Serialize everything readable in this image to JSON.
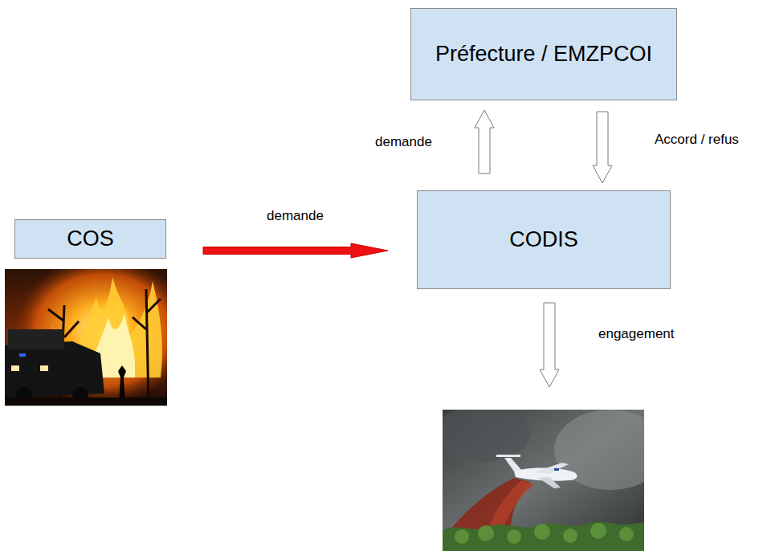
{
  "diagram": {
    "nodes": [
      {
        "text": [
          "Préfecture / EMZPCOI"
        ]
      },
      {
        "text": [
          "COS"
        ]
      },
      {
        "text": [
          "CODIS"
        ]
      }
    ],
    "edges": [
      {
        "from": 1,
        "to": 2,
        "arrow": "to",
        "label": "demande"
      },
      {
        "from": 2,
        "to": 0,
        "arrow": "to",
        "label": "demande"
      },
      {
        "from": 0,
        "to": 2,
        "arrow": "to",
        "label": "Accord / refus"
      }
    ],
    "labels": [
      "engagement"
    ]
  }
}
